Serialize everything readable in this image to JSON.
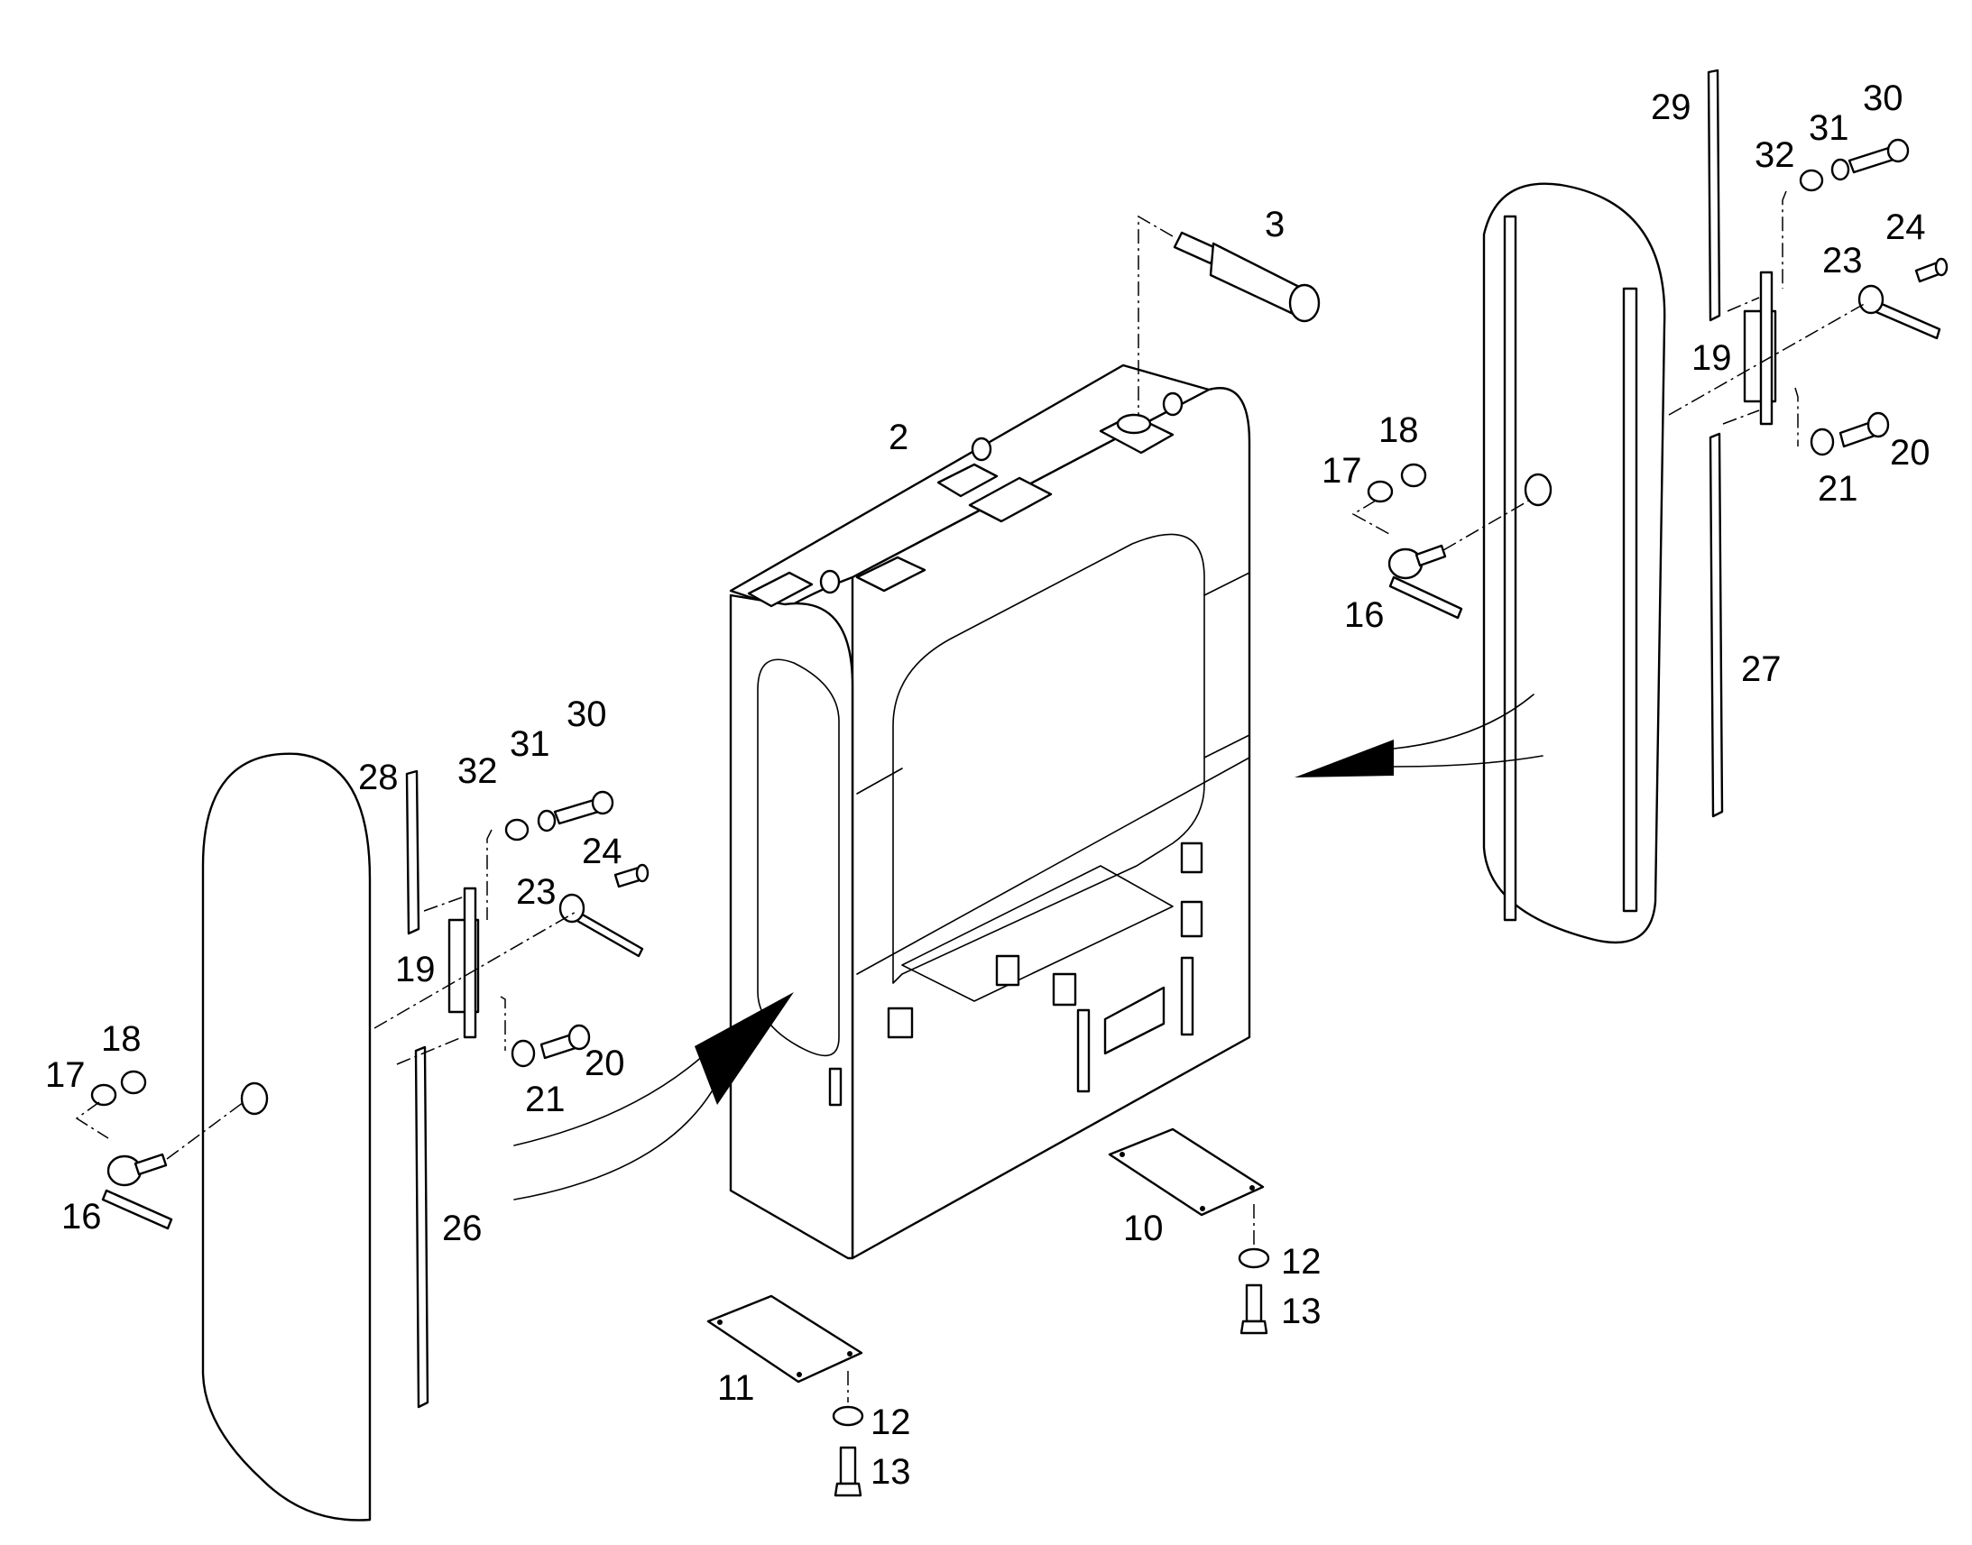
{
  "callouts": {
    "c2": "2",
    "c3": "3",
    "c10": "10",
    "c11": "11",
    "c12a": "12",
    "c13a": "13",
    "c12b": "12",
    "c13b": "13",
    "L16": "16",
    "L17": "17",
    "L18": "18",
    "L19": "19",
    "L20": "20",
    "L21": "21",
    "L23": "23",
    "L24": "24",
    "L26": "26",
    "L28": "28",
    "L30": "30",
    "L31": "31",
    "L32": "32",
    "R16": "16",
    "R17": "17",
    "R18": "18",
    "R19": "19",
    "R20": "20",
    "R21": "21",
    "R23": "23",
    "R24": "24",
    "R27": "27",
    "R29": "29",
    "R30": "30",
    "R31": "31",
    "R32": "32"
  },
  "colors": {
    "line": "#000000",
    "background": "#ffffff"
  }
}
